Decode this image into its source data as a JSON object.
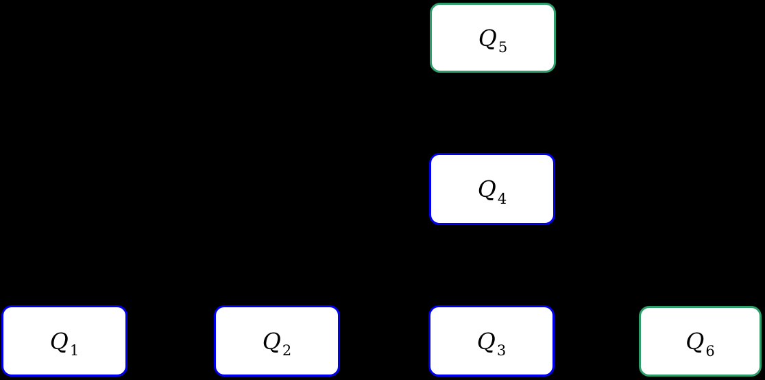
{
  "diagram": {
    "background_color": "#000000",
    "node_fill_color": "#ffffff",
    "label_text_color": "#000000",
    "accent_colors": {
      "blue_border": "#0000ee",
      "green_border": "#2e9e6a"
    },
    "nodes": [
      {
        "id": "q5",
        "base": "Q",
        "sub": "5",
        "border_color": "#2e9e6a",
        "position": "top-center"
      },
      {
        "id": "q4",
        "base": "Q",
        "sub": "4",
        "border_color": "#0000ee",
        "position": "middle-center"
      },
      {
        "id": "q1",
        "base": "Q",
        "sub": "1",
        "border_color": "#0000ee",
        "position": "bottom-row-1"
      },
      {
        "id": "q2",
        "base": "Q",
        "sub": "2",
        "border_color": "#0000ee",
        "position": "bottom-row-2"
      },
      {
        "id": "q3",
        "base": "Q",
        "sub": "3",
        "border_color": "#0000ee",
        "position": "bottom-row-3"
      },
      {
        "id": "q6",
        "base": "Q",
        "sub": "6",
        "border_color": "#2e9e6a",
        "position": "bottom-row-4"
      }
    ],
    "edges": []
  }
}
